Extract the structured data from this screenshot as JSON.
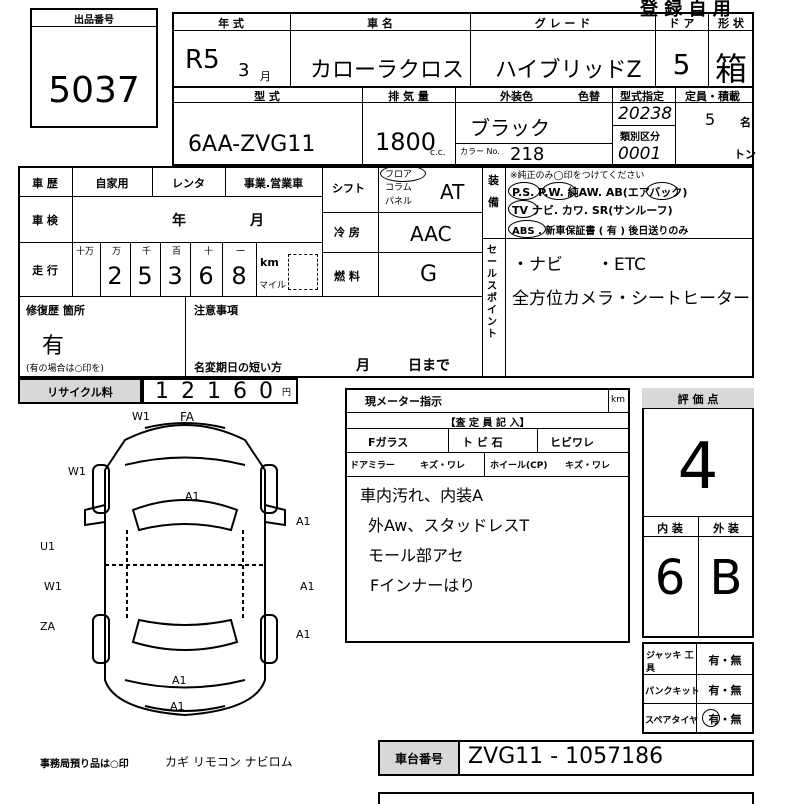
{
  "header": {
    "lot_label": "出品番号",
    "lot_number": "5037",
    "usage": "登 録 自 用",
    "cols": {
      "year_label": "年 式",
      "name_label": "車 名",
      "grade_label": "グ レ ー ド",
      "doors_label": "ド ア",
      "shape_label": "形 状"
    },
    "year": "R5",
    "month": "3",
    "month_unit": "月",
    "model_name": "カローラクロス",
    "grade": "ハイブリッドZ",
    "doors": "5",
    "shape": "箱"
  },
  "row2": {
    "type_label": "型 式",
    "type_value": "6AA-ZVG11",
    "displacement_label": "排 気 量",
    "displacement_value": "1800",
    "displacement_unit": "c.c.",
    "color_label": "外装色",
    "color_swap_label": "色替",
    "color_value": "ブラック",
    "color_no_label": "カラー No.",
    "color_no_value": "218",
    "type_designation_label": "型式指定",
    "type_designation_value": "20238",
    "class_label": "類別区分",
    "class_value": "0001",
    "capacity_label": "定員・積載",
    "capacity_value": "5",
    "capacity_unit": "名",
    "ton_unit": "トン"
  },
  "history": {
    "label": "車 歴",
    "options": [
      "自家用",
      "レンタ",
      "事業.営業車"
    ],
    "inspection_label": "車 検",
    "inspection_year": "年",
    "inspection_month": "月",
    "mileage_label": "走 行",
    "digit_units": [
      "十万",
      "万",
      "千",
      "百",
      "十",
      "一"
    ],
    "mileage_digits": [
      "2",
      "5",
      "3",
      "6",
      "8"
    ],
    "km_label": "km",
    "mile_label": "マイル"
  },
  "spec": {
    "shift_label": "シフト",
    "shift_opts": [
      "フロア",
      "コラム",
      "パネル"
    ],
    "shift_value": "AT",
    "ac_label": "冷 房",
    "ac_value": "AAC",
    "fuel_label": "燃 料",
    "fuel_value": "G"
  },
  "equipment": {
    "label": "装 備",
    "note": "※純正のみ◯印をつけてください",
    "line1": "P.S. P.W. 純AW. AB(エアバック)",
    "line2": "TV ナビ. カワ. SR(サンルーフ)",
    "line3": "ABS . 新車保証書 ( 有 ) 後日送りのみ"
  },
  "sales": {
    "label": "セールスポイント",
    "line1": "・ナビ　　・ETC",
    "line2": "全方位カメラ・シートヒーター"
  },
  "repair": {
    "label": "修復歴 箇所",
    "value": "有",
    "note": "(有の場合は○印を)"
  },
  "caution": {
    "label": "注意事項",
    "expiry_label": "名変期日の短い方",
    "month": "月",
    "day": "日まで"
  },
  "recycle": {
    "label": "リサイクル料",
    "digits": [
      "1",
      "2",
      "1",
      "6",
      "0"
    ],
    "unit": "円"
  },
  "inspector": {
    "meter_label": "現メーター指示",
    "meter_unit": "km",
    "section_label": "【査 定 員 記 入】",
    "glass_label": "Fガラス",
    "glass_opt1": "ト ビ 石",
    "glass_opt2": "ヒビワレ",
    "mirror_label": "ドアミラー",
    "mirror_opts": "キズ・ワレ",
    "wheel_label": "ホイール(CP)",
    "wheel_opts": "キズ・ワレ",
    "note1": "車内汚れ、内装A",
    "note2": "外Aw、スタッドレスT",
    "note3": "モール部アセ",
    "note4": "Fインナーはり"
  },
  "score": {
    "label": "評 価 点",
    "value": "4",
    "interior_label": "内 装",
    "exterior_label": "外 装",
    "interior_value": "6",
    "exterior_value": "B"
  },
  "tools": {
    "jack_label": "ジャッキ 工具",
    "jack_value": "有・無",
    "puncture_label": "パンクキット",
    "puncture_value": "有・無",
    "spare_label": "スペアタイヤ",
    "spare_value": "有・無"
  },
  "chassis": {
    "label": "車台番号",
    "value": "ZVG11 - 1057186"
  },
  "diagram": {
    "marks": [
      "W1",
      "FA",
      "W1",
      "A1",
      "A1",
      "U1",
      "W1",
      "A1",
      "ZA",
      "A1",
      "A1",
      "A1"
    ]
  },
  "office": {
    "note": "事務局預り品は○印",
    "items": "カギ リモコン ナビロム"
  }
}
